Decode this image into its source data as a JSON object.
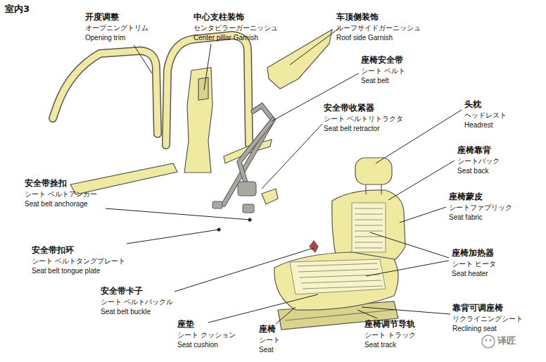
{
  "diagram": {
    "title": "室内3",
    "labels": [
      "开度调整",
      "オープニングトリム",
      "Opening trim",
      "中心支柱装饰",
      "センタピラーガーニッシュ",
      "Center pillar Garnish",
      "车顶侧装饰",
      "ルーフサイドガーニッシュ",
      "Roof side Garnish",
      "座椅安全带",
      "シート ベルト",
      "Seat belt",
      "安全带收紧器",
      "シート ベルトリトラクタ",
      "Seat belt retractor",
      "头枕",
      "ヘッドレスト",
      "Headrest",
      "座椅靠背",
      "シートバック",
      "Seat back",
      "座椅蒙皮",
      "シートファブリック",
      "Seat fabric",
      "安全带拴扣",
      "シート ベルトアンカー",
      "Seat belt anchorage",
      "安全带扣环",
      "シート ベルトタングプレート",
      "Seat belt tongue plate",
      "座椅加热器",
      "シート ヒータ",
      "Seat heater",
      "安全带卡子",
      "シート ベルトバックル",
      "Seat belt buckle",
      "靠背可调座椅",
      "リクライニングシート",
      "Reclining seat",
      "座垫",
      "シート クッション",
      "Seat cushion",
      "座椅",
      "シート",
      "Seat",
      "座椅调节导轨",
      "シート トラック",
      "Seat track",
      "译匠"
    ]
  }
}
